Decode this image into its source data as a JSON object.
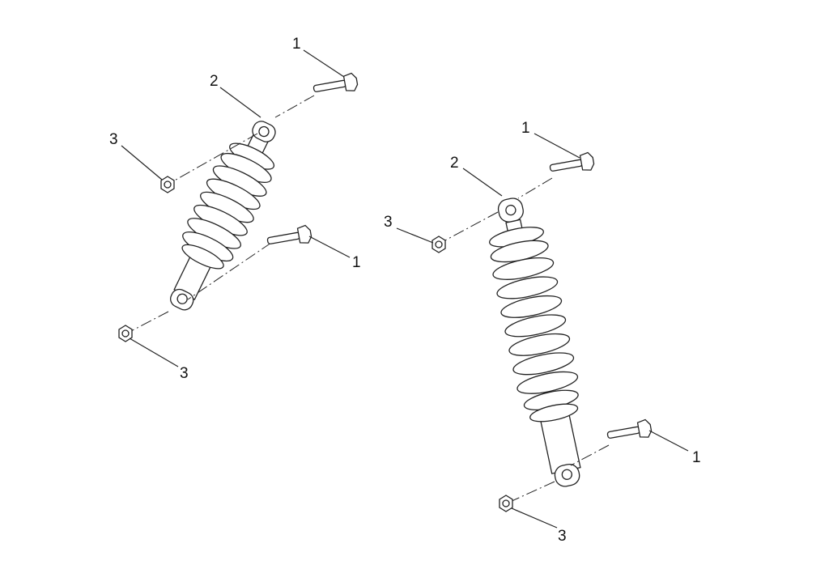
{
  "diagram": {
    "left_assembly": {
      "callouts": [
        {
          "label": "1",
          "part": "bolt"
        },
        {
          "label": "2",
          "part": "shock-absorber"
        },
        {
          "label": "3",
          "part": "nut"
        },
        {
          "label": "1",
          "part": "bolt"
        },
        {
          "label": "3",
          "part": "nut"
        }
      ]
    },
    "right_assembly": {
      "callouts": [
        {
          "label": "1",
          "part": "bolt"
        },
        {
          "label": "2",
          "part": "shock-absorber"
        },
        {
          "label": "3",
          "part": "nut"
        },
        {
          "label": "1",
          "part": "bolt"
        },
        {
          "label": "3",
          "part": "nut"
        }
      ]
    },
    "line_color": "#222222"
  }
}
